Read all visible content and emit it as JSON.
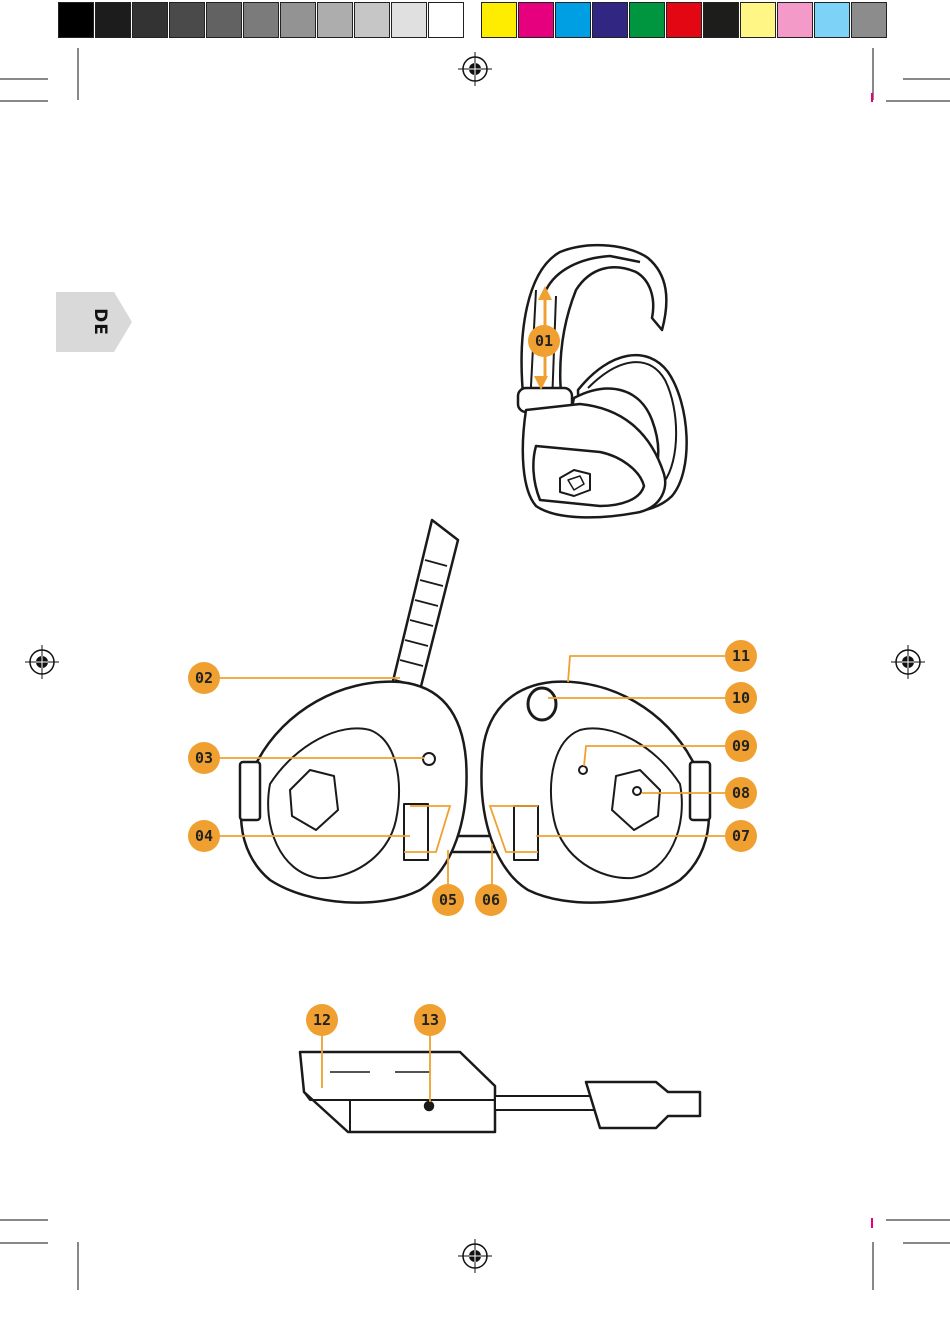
{
  "color_bar": {
    "grays": [
      "#000000",
      "#1c1c1c",
      "#333333",
      "#4a4a4a",
      "#626262",
      "#7b7b7b",
      "#939393",
      "#adadad",
      "#c6c6c6",
      "#e0e0e0",
      "#ffffff"
    ],
    "colors": [
      "#ffed00",
      "#e6007e",
      "#009fe3",
      "#312783",
      "#009640",
      "#e30613",
      "#1d1d1b",
      "#fff685",
      "#f39ac8",
      "#7dd3f7",
      "#8c8c8c"
    ]
  },
  "language_tab": {
    "label": "DE",
    "color": "#d9d9d9"
  },
  "accent_color": "#f0a030",
  "callouts": [
    {
      "id": "01",
      "label": "01"
    },
    {
      "id": "02",
      "label": "02"
    },
    {
      "id": "03",
      "label": "03"
    },
    {
      "id": "04",
      "label": "04"
    },
    {
      "id": "05",
      "label": "05"
    },
    {
      "id": "06",
      "label": "06"
    },
    {
      "id": "07",
      "label": "07"
    },
    {
      "id": "08",
      "label": "08"
    },
    {
      "id": "09",
      "label": "09"
    },
    {
      "id": "10",
      "label": "10"
    },
    {
      "id": "11",
      "label": "11"
    },
    {
      "id": "12",
      "label": "12"
    },
    {
      "id": "13",
      "label": "13"
    }
  ]
}
